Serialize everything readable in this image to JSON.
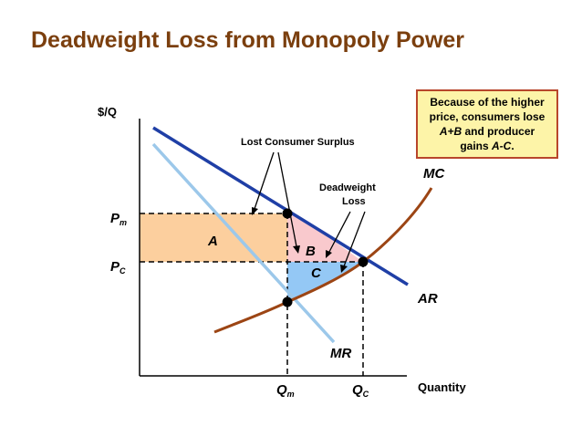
{
  "slide": {
    "title": "Deadweight Loss from Monopoly Power",
    "title_color": "#7b3f0e"
  },
  "note": {
    "line1": "Because of the higher",
    "line2": "price, consumers lose",
    "line3_pre": "",
    "line3_em": "A+B",
    "line3_post": " and producer",
    "line4_pre": "gains ",
    "line4_em": "A-C",
    "line4_post": ".",
    "background": "#fdf4a8",
    "border": "#b8462b"
  },
  "axes": {
    "y_label": "$/Q",
    "x_label": "Quantity"
  },
  "curves": {
    "demand_label": "AR",
    "marginal_revenue_label": "MR",
    "marginal_cost_label": "MC",
    "demand_color": "#1f3fa6",
    "marginal_revenue_color": "#9cc8ea",
    "marginal_cost_color": "#9c4514"
  },
  "prices": {
    "monopoly_main": "P",
    "monopoly_sub": "m",
    "competitive_main": "P",
    "competitive_sub": "C"
  },
  "quantities": {
    "monopoly_main": "Q",
    "monopoly_sub": "m",
    "competitive_main": "Q",
    "competitive_sub": "C"
  },
  "regions": {
    "a_label": "A",
    "b_label": "B",
    "c_label": "C",
    "a_color": "#fccf9e",
    "b_color": "#f9c9cd",
    "c_color": "#94c8f5"
  },
  "annotations": {
    "lost_consumer_surplus": "Lost Consumer Surplus",
    "deadweight_line1": "Deadweight",
    "deadweight_line2": "Loss"
  }
}
